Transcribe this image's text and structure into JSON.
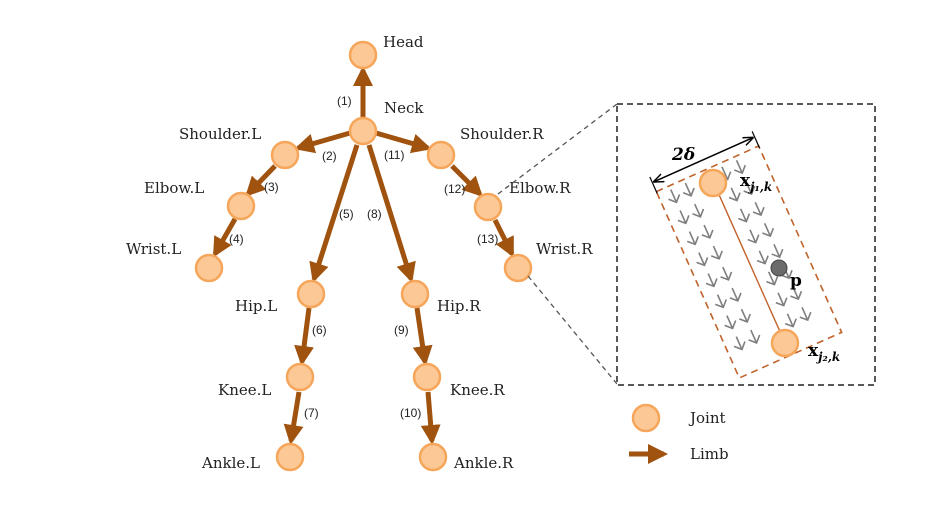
{
  "joints": {
    "head": "Head",
    "neck": "Neck",
    "shoulder_l": "Shoulder.L",
    "shoulder_r": "Shoulder.R",
    "elbow_l": "Elbow.L",
    "elbow_r": "Elbow.R",
    "wrist_l": "Wrist.L",
    "wrist_r": "Wrist.R",
    "hip_l": "Hip.L",
    "hip_r": "Hip.R",
    "knee_l": "Knee.L",
    "knee_r": "Knee.R",
    "ankle_l": "Ankle.L",
    "ankle_r": "Ankle.R"
  },
  "limbs": [
    "(1)",
    "(2)",
    "(3)",
    "(4)",
    "(5)",
    "(6)",
    "(7)",
    "(8)",
    "(9)",
    "(10)",
    "(11)",
    "(12)",
    "(13)"
  ],
  "inset": {
    "width_label": "2δ",
    "joint1_base": "x",
    "joint1_sub": "j₁,k",
    "joint2_base": "x",
    "joint2_sub": "j₂,k",
    "point_label": "p"
  },
  "legend": {
    "joint": "Joint",
    "limb": "Limb"
  },
  "colors": {
    "joint_fill": "#fcc996",
    "joint_stroke": "#f5a65b",
    "limb": "#a0520f",
    "rect_dash": "#c0622a",
    "field_arrow": "#7f7f7f"
  }
}
